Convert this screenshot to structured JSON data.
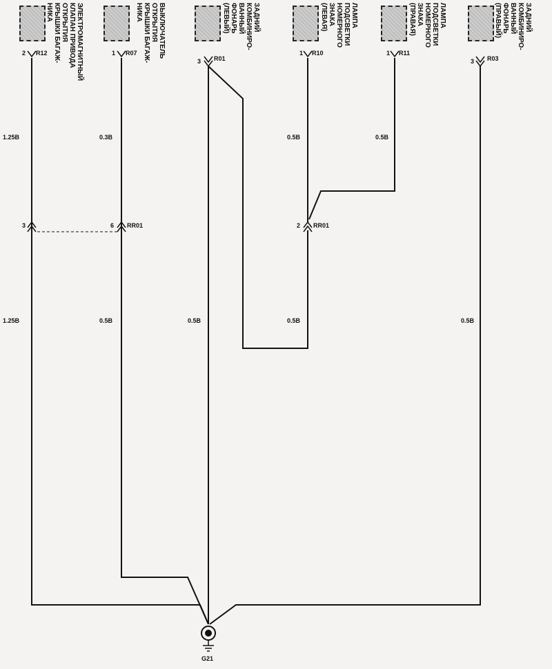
{
  "components": [
    {
      "id": "r12",
      "label": "ЭЛЕКТРОМАГНИТНЫЙ\nКЛАПАН ПРИВОДА\nОТКРЫТИЯ\nКРЫШКИ БАГАЖ-\nНИКА",
      "pin": "2",
      "connector": "R12"
    },
    {
      "id": "r07",
      "label": "ВЫКЛЮЧАТЕЛЬ\nОТКРЫТИЯ\nКРЫШКИ БАГАЖ-\nНИКА",
      "pin": "1",
      "connector": "R07"
    },
    {
      "id": "r01",
      "label": "ЗАДНИЙ\nКОМБИНИРО-\nВАННЫЙ\nФОНАРЬ\n(ЛЕВЫЙ)",
      "pin": "3",
      "connector": "R01"
    },
    {
      "id": "r10",
      "label": "ЛАМПА\nПОДСВЕТКИ\nНОМЕРНОГО\nЗНАКА\n(ЛЕВАЯ)",
      "pin": "1",
      "connector": "R10"
    },
    {
      "id": "r11",
      "label": "ЛАМПА\nПОДСВЕТКИ\nНОМЕРНОГО\nЗНАКА\n(ПРАВАЯ)",
      "pin": "1",
      "connector": "R11"
    },
    {
      "id": "r03",
      "label": "ЗАДНИЙ\nКОМБИНИРО-\nВАННЫЙ\nФОНАРЬ\n(ПРАВЫЙ)",
      "pin": "3",
      "connector": "R03"
    }
  ],
  "wires": {
    "r12_upper": "1.25B",
    "r07_upper": "0.3B",
    "r10_upper": "0.5B",
    "r11_upper": "0.5B",
    "r12_lower": "1.25B",
    "r07_lower": "0.5B",
    "r01_lower": "0.5B",
    "r10_lower": "0.5B",
    "r03_lower": "0.5B"
  },
  "inline_connectors": {
    "rr01_left_pin_a": "3",
    "rr01_left_pin_b": "6",
    "rr01_left_label": "RR01",
    "rr01_right_pin": "2",
    "rr01_right_label": "RR01"
  },
  "ground": {
    "label": "G21"
  }
}
